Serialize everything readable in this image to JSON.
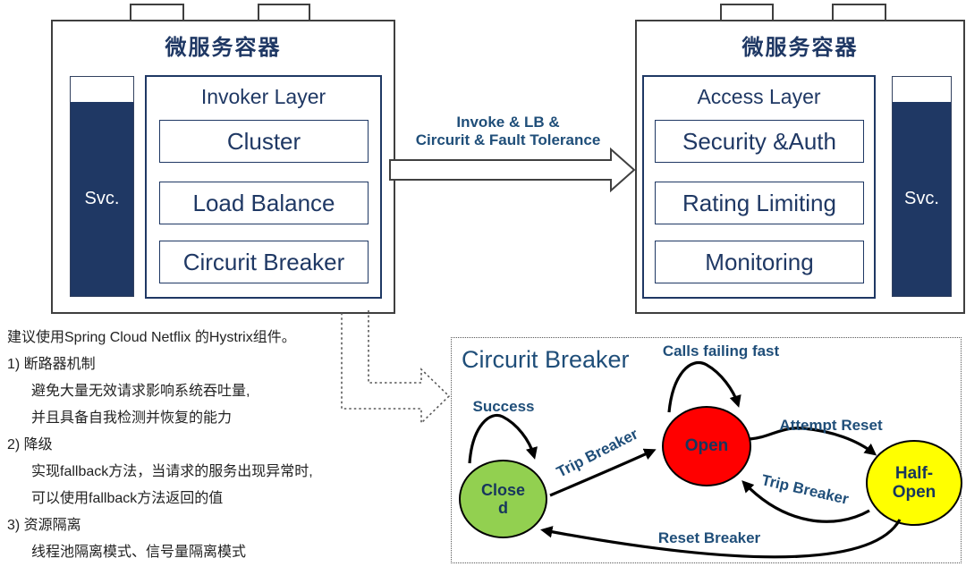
{
  "left_container": {
    "title": "微服务容器",
    "svc_label": "Svc.",
    "layer": {
      "title": "Invoker Layer",
      "boxes": [
        "Cluster",
        "Load Balance",
        "Circurit Breaker"
      ]
    }
  },
  "right_container": {
    "title": "微服务容器",
    "svc_label": "Svc.",
    "layer": {
      "title": "Access Layer",
      "boxes": [
        "Security &Auth",
        "Rating Limiting",
        "Monitoring"
      ]
    }
  },
  "flow_arrow": {
    "label": "Invoke & LB &\nCircurit & Fault Tolerance"
  },
  "notes": {
    "lines": [
      "建议使用Spring Cloud Netflix 的Hystrix组件。",
      "1) 断路器机制",
      "避免大量无效请求影响系统吞吐量,",
      "并且具备自我检测并恢复的能力",
      "2) 降级",
      "实现fallback方法，当请求的服务出现异常时,",
      "可以使用fallback方法返回的值",
      "3) 资源隔离",
      "线程池隔离模式、信号量隔离模式"
    ]
  },
  "state_machine": {
    "title": "Circurit Breaker",
    "states": {
      "closed": "Close\nd",
      "open": "Open",
      "half_open": "Half-\nOpen"
    },
    "transitions": {
      "success": "Success",
      "trip_breaker_1": "Trip Breaker",
      "calls_failing": "Calls failing fast",
      "attempt_reset": "Attempt Reset",
      "trip_breaker_2": "Trip Breaker",
      "reset_breaker": "Reset Breaker"
    }
  },
  "colors": {
    "navy": "#1F3864",
    "label_blue": "#1F4E79",
    "closed_green": "#92D050",
    "open_red": "#FF0000",
    "half_open_yellow": "#FFFF00",
    "outline_gray": "#3f3f3f"
  }
}
